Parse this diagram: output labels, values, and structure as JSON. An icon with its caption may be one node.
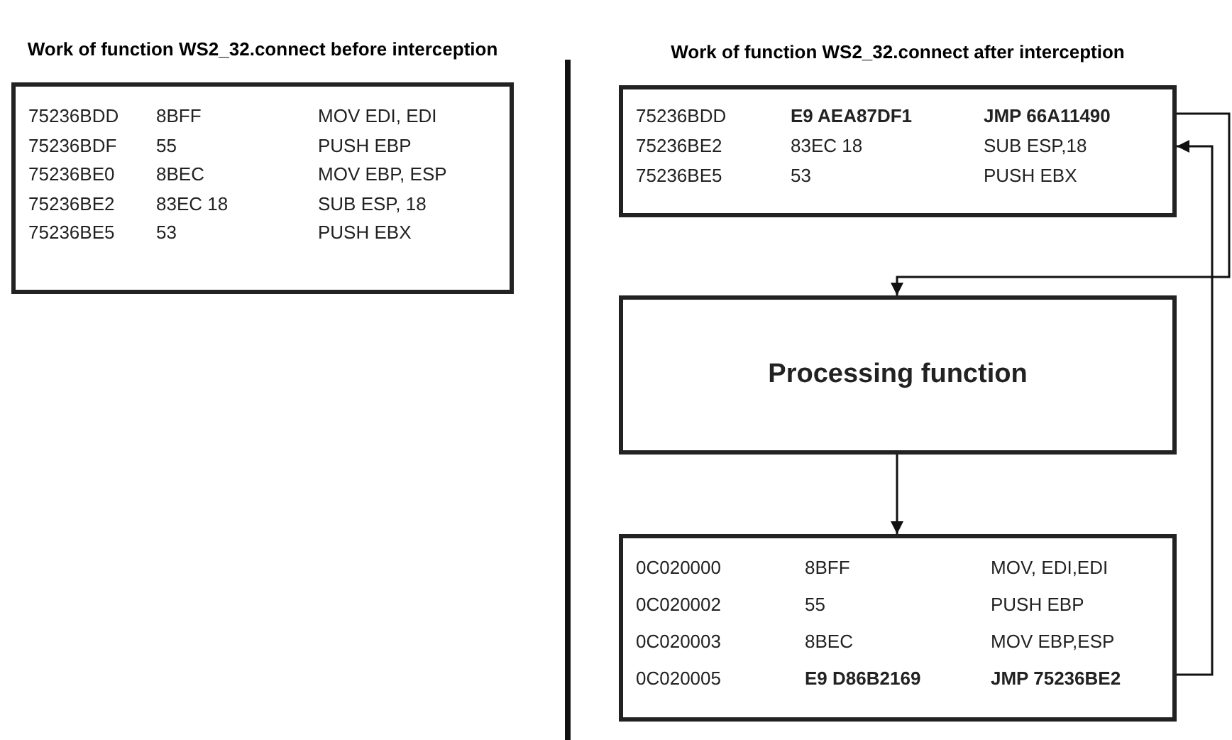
{
  "diagram": {
    "nodes": [
      {
        "text": [
          "Work of function WS2_32.connect before interception",
          "75236BDD",
          "8BFF",
          "MOV EDI, EDI",
          "75236BDF",
          "55",
          "PUSH EBP",
          "75236BE0",
          "8BEC",
          "MOV EBP, ESP",
          "75236BE2",
          "83EC 18",
          "SUB ESP, 18",
          "75236BE5",
          "53",
          "PUSH EBX"
        ]
      },
      {
        "text": [
          "Work of function WS2_32.connect after interception",
          "75236BDD",
          "E9 AEA87DF1",
          "JMP 66A11490",
          "75236BE2",
          "83EC 18",
          "SUB ESP,18",
          "75236BE5",
          "53",
          "PUSH EBX"
        ]
      },
      {
        "text": [
          "Processing function"
        ]
      },
      {
        "text": [
          "0C020000",
          "8BFF",
          "MOV, EDI,EDI",
          "0C020002",
          "55",
          "PUSH EBP",
          "0C020003",
          "8BEC",
          "MOV EBP,ESP",
          "0C020005",
          "E9 D86B2169",
          "JMP 75236BE2"
        ]
      }
    ],
    "edges": [
      {
        "from": 1,
        "to": 2,
        "arrow": "to"
      },
      {
        "from": 2,
        "to": 3,
        "arrow": "to"
      },
      {
        "from": 3,
        "to": 1,
        "arrow": "to"
      }
    ]
  }
}
